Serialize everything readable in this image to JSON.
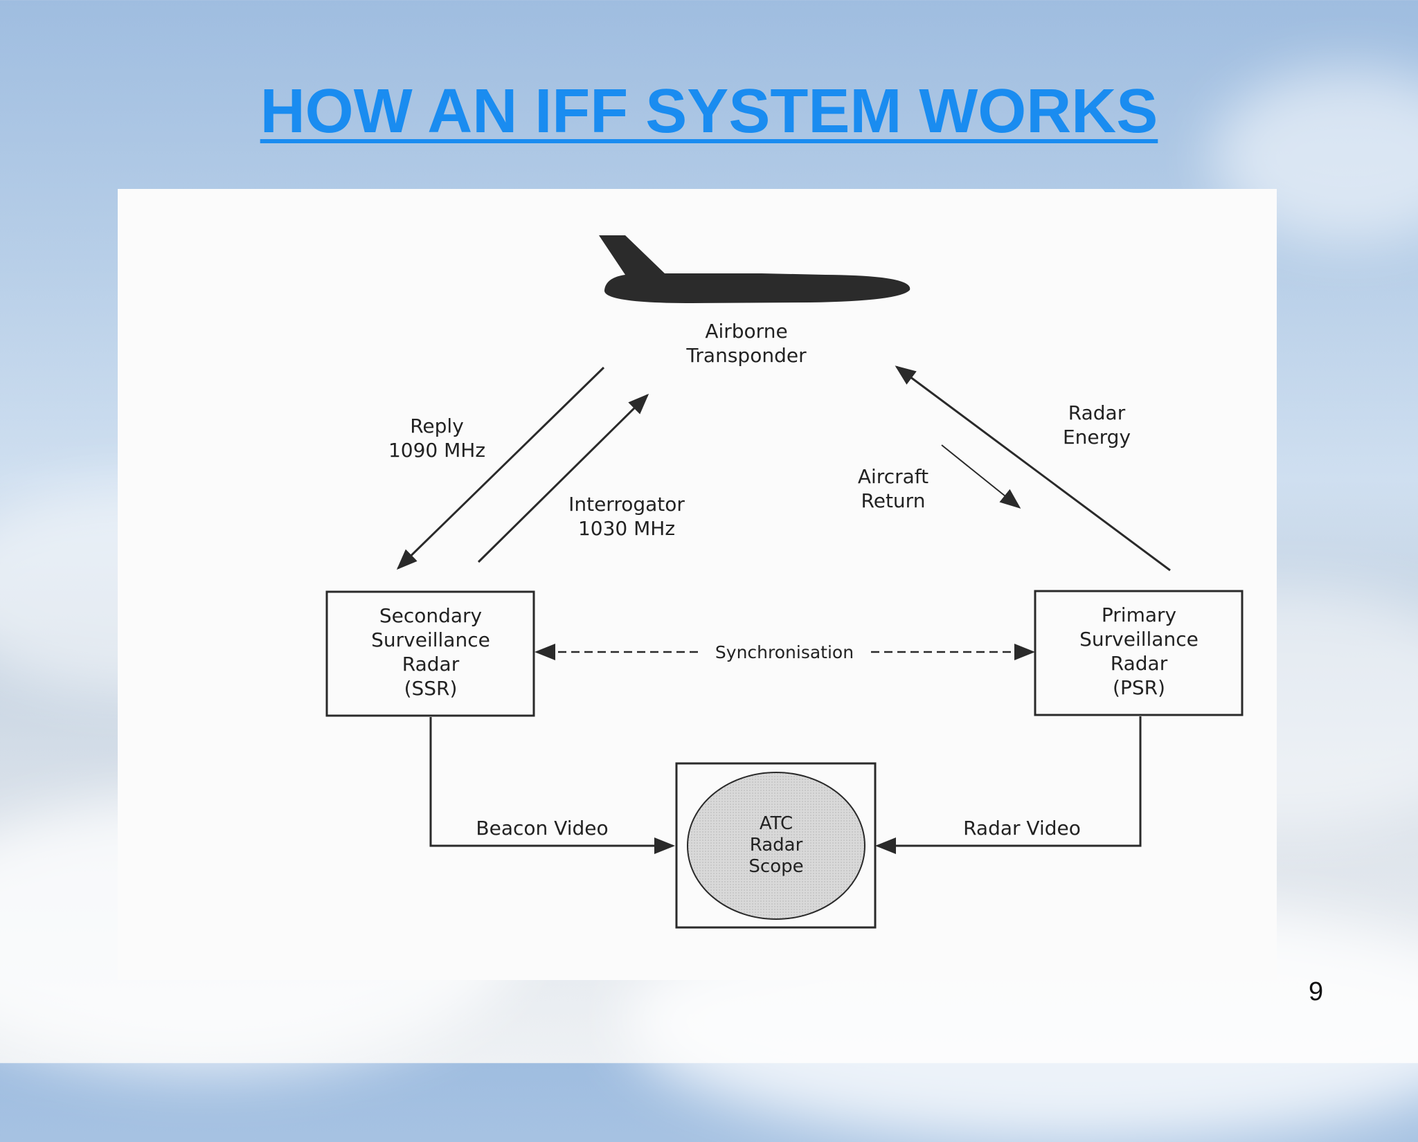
{
  "slide": {
    "title": "HOW AN IFF SYSTEM WORKS",
    "page_number": "9"
  },
  "diagram": {
    "transponder": {
      "line1": "Airborne",
      "line2": "Transponder"
    },
    "reply": {
      "line1": "Reply",
      "line2": "1090 MHz"
    },
    "interrogator": {
      "line1": "Interrogator",
      "line2": "1030 MHz"
    },
    "radar_energy": {
      "line1": "Radar",
      "line2": "Energy"
    },
    "aircraft_return": {
      "line1": "Aircraft",
      "line2": "Return"
    },
    "ssr": {
      "line1": "Secondary",
      "line2": "Surveillance",
      "line3": "Radar",
      "line4": "(SSR)"
    },
    "psr": {
      "line1": "Primary",
      "line2": "Surveillance",
      "line3": "Radar",
      "line4": "(PSR)"
    },
    "synchronisation": "Synchronisation",
    "beacon_video": "Beacon Video",
    "radar_video": "Radar Video",
    "scope": {
      "line1": "ATC",
      "line2": "Radar",
      "line3": "Scope"
    }
  }
}
